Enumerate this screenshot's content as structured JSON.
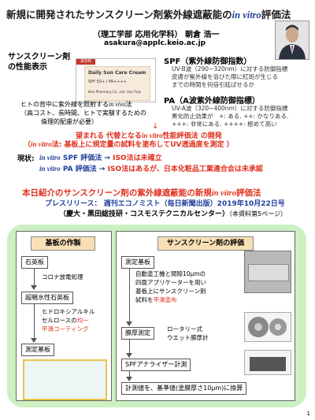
{
  "title": {
    "main": "新規に開発されたサンスクリーン剤紫外線遮蔽能の",
    "italic": "in vitro",
    "suffix": "評価法"
  },
  "author": {
    "affiliation": "（理工学部 応用化学科） 朝倉 浩一",
    "email": "asakura@applc.keio.ac.jp"
  },
  "sunscreen": {
    "heading_line1": "サンスクリーン剤",
    "heading_line2": "の性能表示",
    "card_tag": "表示例",
    "card_name": "Daily Sun Care Cream",
    "card_spf": "SPF 50+ / PA++++",
    "card_brand": "Keio Pharmacy Co., Ltd. Uoo Fujio",
    "invivo_line1_a": "ヒトの背中に紫外線を照射する",
    "invivo_italic": "in vivo",
    "invivo_line1_b": "法",
    "invivo_line2": "（高コスト、長時間、ヒトで実験するための",
    "invivo_line3": "倫理的配慮が必要）"
  },
  "spf": {
    "heading": "SPF（紫外線防御指数）",
    "text1": "UV-B波（290~320nm）に対する防御指標",
    "text2": "皮膚が紫外線を浴びた際に紅斑が生じる",
    "text3": "までの時間を何倍引延ばせるか"
  },
  "pa": {
    "heading": "PA（A波紫外線防御指標）",
    "text1": "UV-A波（320~400nm）に対する防御指標",
    "text2": "黒化防止効果が　+: ある. ++: かなりある.",
    "text3": "+++: 非常にある. ++++: 極めて高い"
  },
  "arrow_down": "↓",
  "wanted": {
    "line1_a": "望まれる 代替となる",
    "line1_italic": "in vitro",
    "line1_b": "性能評価法 の開発",
    "line2_a": "（",
    "line2_italic": "in vitro",
    "line2_b": "法: 基板上に規定量の試料を塗布してUV透過度を測定 ）"
  },
  "current": {
    "label": "現状:",
    "line1_italic": "in vitro",
    "line1_a": "SPF 評価法",
    "line1_arrow": "→",
    "line1_b": "ISO法は未確立",
    "line2_italic": "in vitro",
    "line2_a": "PA 評価法",
    "line2_arrow": "→",
    "line2_b": "ISO法はあるが、日本化粧品工業連合会は未承認"
  },
  "intro": {
    "a": "本日紹介のサンスクリーン剤の紫外線遮蔽能の新規",
    "italic": "in vitro",
    "b": "評価法"
  },
  "press": {
    "line1": "プレスリリース： 週刊エコノミスト（毎日新聞出版）2019年10月22日号",
    "line2": "（慶大・黒田総技研・コスモステクニカルセンター）",
    "line2_note": "（本資料第5ページ）"
  },
  "substrate": {
    "header": "基板の作製",
    "step1": "石英板",
    "note1": "コロナ放電処理",
    "step2": "超親水性石英板",
    "note2_line1": "ヒドロキシアルキル",
    "note2_line2_a": "セルロースの",
    "note2_line2_b": "均一",
    "note2_line3": "平滑コーティング",
    "step3": "測定基板"
  },
  "evaluation": {
    "header": "サンスクリーン剤の評価",
    "step1": "測定基板",
    "note1_line1": "自動塗工機と間隙10μmの",
    "note1_line2": "四面アプリケーターを用い",
    "note1_line3": "基板上にサンスクリーン剤",
    "note1_line4_a": "試料を",
    "note1_line4_b": "平滑塗布",
    "step2": "膜厚測定",
    "note2_line1": "ロータリー式",
    "note2_line2": "ウエット膜厚計",
    "step3": "SPFアナライザー計測",
    "step4": "計測値を、基準値(塗膜厚さ10μm)に換算"
  },
  "page_number": "1",
  "colors": {
    "red": "#e0301e",
    "blue": "#1f3d99",
    "panel": "#ccf0c2",
    "header": "#f9dfb5"
  }
}
